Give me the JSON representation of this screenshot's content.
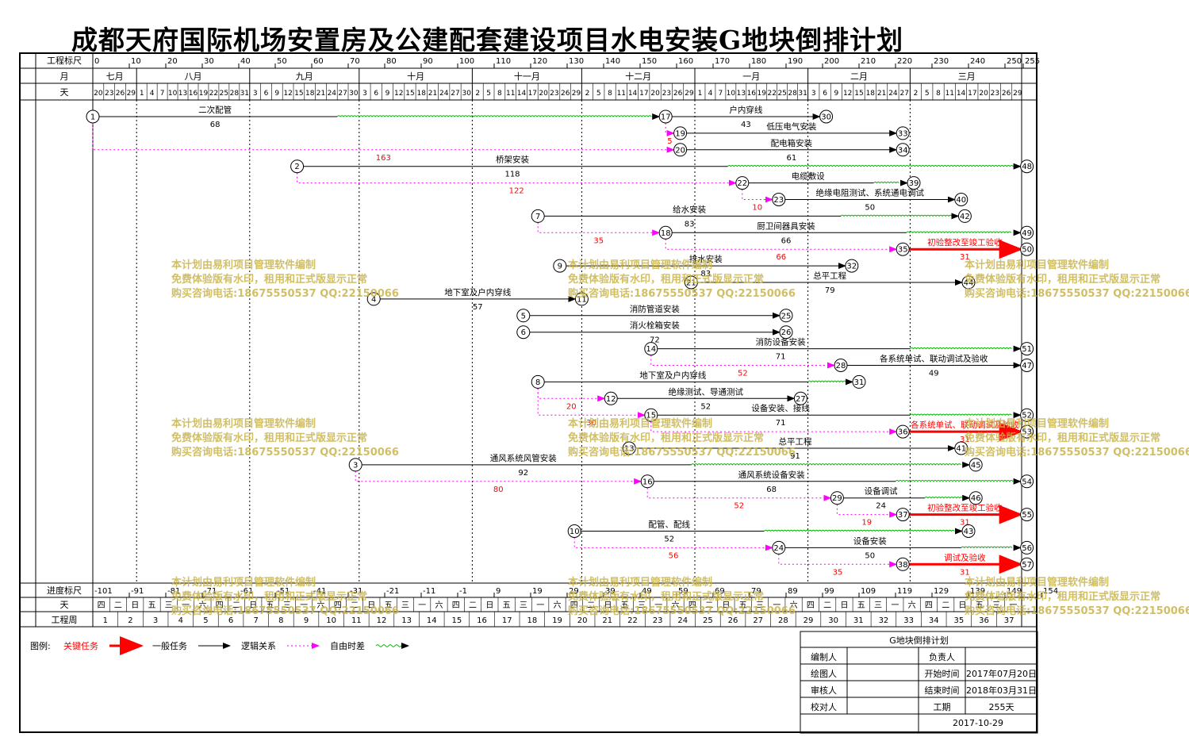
{
  "title": "成都天府国际机场安置房及公建配套建设项目水电安装G地块倒排计划",
  "header": {
    "row_labels": {
      "scale": "工程标尺",
      "month": "月",
      "day": "天"
    },
    "scale_ticks": [
      "0",
      "10",
      "20",
      "30",
      "40",
      "50",
      "60",
      "70",
      "80",
      "90",
      "100",
      "110",
      "120",
      "130",
      "140",
      "150",
      "160",
      "170",
      "180",
      "190",
      "200",
      "210",
      "220",
      "230",
      "240",
      "250",
      "255"
    ],
    "months": [
      "七月",
      "八月",
      "九月",
      "十月",
      "十一月",
      "十二月",
      "一月",
      "二月",
      "三月"
    ],
    "days": [
      [
        "20",
        "23",
        "26",
        "29"
      ],
      [
        "1",
        "4",
        "7",
        "10",
        "13",
        "16",
        "19",
        "22",
        "25",
        "28",
        "31"
      ],
      [
        "3",
        "6",
        "9",
        "12",
        "15",
        "18",
        "21",
        "24",
        "27",
        "30"
      ],
      [
        "3",
        "6",
        "9",
        "12",
        "15",
        "18",
        "21",
        "24",
        "27",
        "30"
      ],
      [
        "2",
        "5",
        "8",
        "11",
        "14",
        "17",
        "20",
        "23",
        "26",
        "29"
      ],
      [
        "2",
        "5",
        "8",
        "11",
        "14",
        "17",
        "20",
        "23",
        "26",
        "29"
      ],
      [
        "1",
        "4",
        "7",
        "10",
        "13",
        "16",
        "19",
        "22",
        "25",
        "28",
        "31"
      ],
      [
        "3",
        "6",
        "9",
        "12",
        "15",
        "18",
        "21",
        "24",
        "27"
      ],
      [
        "2",
        "5",
        "8",
        "11",
        "14",
        "17",
        "20",
        "23",
        "26",
        "29"
      ]
    ]
  },
  "footer": {
    "row_labels": {
      "progress": "进度标尺",
      "weekday": "天",
      "week": "工程周"
    },
    "progress_ticks": [
      "-101",
      "-91",
      "-81",
      "-71",
      "-61",
      "-51",
      "-41",
      "-31",
      "-21",
      "-11",
      "-1",
      "9",
      "19",
      "29",
      "39",
      "49",
      "59",
      "69",
      "79",
      "89",
      "99",
      "109",
      "119",
      "129",
      "139",
      "149",
      "154"
    ],
    "weekdays": [
      "四",
      "二",
      "日",
      "五",
      "三",
      "一",
      "六",
      "四",
      "二",
      "日",
      "五",
      "三",
      "一",
      "六",
      "四",
      "二",
      "日",
      "五",
      "三",
      "一",
      "六",
      "四",
      "二",
      "日",
      "五",
      "三",
      "一",
      "六",
      "四",
      "二",
      "日",
      "五",
      "三",
      "一",
      "六",
      "四",
      "二",
      "日",
      "五",
      "三",
      "一",
      "六",
      "四",
      "二",
      "日",
      "五",
      "三",
      "一",
      "六",
      "四",
      "二",
      "日",
      "五",
      "三",
      "一"
    ],
    "weeks": [
      "1",
      "2",
      "3",
      "4",
      "5",
      "6",
      "7",
      "8",
      "9",
      "10",
      "11",
      "12",
      "13",
      "14",
      "15",
      "16",
      "17",
      "18",
      "19",
      "20",
      "21",
      "22",
      "23",
      "24",
      "25",
      "26",
      "27",
      "28",
      "29",
      "30",
      "31",
      "32",
      "33",
      "34",
      "35",
      "36",
      "37"
    ]
  },
  "colors": {
    "critical": "#ff0000",
    "normal": "#000000",
    "logic": "#ff00ff",
    "float": "#00b000",
    "watermark": "#c8b44c"
  },
  "legend": {
    "label": "图例:",
    "critical": "关键任务",
    "normal": "一般任务",
    "logic": "逻辑关系",
    "float": "自由时差"
  },
  "info_box": {
    "title": "G地块倒排计划",
    "compiler_label": "编制人",
    "owner_label": "负责人",
    "drawer_label": "绘图人",
    "start_label": "开始时间",
    "start_value": "2017年07月20日",
    "reviewer_label": "审核人",
    "end_label": "结束时间",
    "end_value": "2018年03月31日",
    "checker_label": "校对人",
    "duration_label": "工期",
    "duration_value": "255天",
    "date": "2017-10-29"
  },
  "watermark": [
    "本计划由易利项目管理软件编制",
    "免费体验版有水印，租用和正式版显示正常",
    "购买咨询电话:18675550537 QQ:22150066"
  ],
  "network": {
    "nodes": [
      {
        "id": "1",
        "day": 0,
        "row": 0
      },
      {
        "id": "17",
        "day": 157,
        "row": 0
      },
      {
        "id": "30",
        "day": 201,
        "row": 0
      },
      {
        "id": "19",
        "day": 161,
        "row": 1
      },
      {
        "id": "33",
        "day": 222,
        "row": 1
      },
      {
        "id": "20",
        "day": 161,
        "row": 2
      },
      {
        "id": "34",
        "day": 222,
        "row": 2
      },
      {
        "id": "2",
        "day": 56,
        "row": 3
      },
      {
        "id": "48",
        "day": 256,
        "row": 3
      },
      {
        "id": "22",
        "day": 178,
        "row": 4
      },
      {
        "id": "39",
        "day": 225,
        "row": 4
      },
      {
        "id": "23",
        "day": 188,
        "row": 5
      },
      {
        "id": "40",
        "day": 238,
        "row": 5
      },
      {
        "id": "7",
        "day": 122,
        "row": 6
      },
      {
        "id": "42",
        "day": 239,
        "row": 6
      },
      {
        "id": "18",
        "day": 157,
        "row": 7
      },
      {
        "id": "49",
        "day": 256,
        "row": 7
      },
      {
        "id": "35",
        "day": 222,
        "row": 8
      },
      {
        "id": "50",
        "day": 256,
        "row": 8
      },
      {
        "id": "9",
        "day": 128,
        "row": 9
      },
      {
        "id": "32",
        "day": 208,
        "row": 9
      },
      {
        "id": "21",
        "day": 164,
        "row": 10
      },
      {
        "id": "44",
        "day": 240,
        "row": 10
      },
      {
        "id": "4",
        "day": 77,
        "row": 11
      },
      {
        "id": "11",
        "day": 134,
        "row": 11
      },
      {
        "id": "5",
        "day": 118,
        "row": 12
      },
      {
        "id": "25",
        "day": 190,
        "row": 12
      },
      {
        "id": "6",
        "day": 118,
        "row": 13
      },
      {
        "id": "26",
        "day": 190,
        "row": 13
      },
      {
        "id": "14",
        "day": 153,
        "row": 14
      },
      {
        "id": "51",
        "day": 256,
        "row": 14
      },
      {
        "id": "28",
        "day": 205,
        "row": 15
      },
      {
        "id": "47",
        "day": 256,
        "row": 15
      },
      {
        "id": "8",
        "day": 122,
        "row": 16
      },
      {
        "id": "31",
        "day": 210,
        "row": 16
      },
      {
        "id": "12",
        "day": 142,
        "row": 17
      },
      {
        "id": "27",
        "day": 194,
        "row": 17
      },
      {
        "id": "15",
        "day": 153,
        "row": 18
      },
      {
        "id": "52",
        "day": 256,
        "row": 18
      },
      {
        "id": "36",
        "day": 222,
        "row": 19
      },
      {
        "id": "53",
        "day": 256,
        "row": 19
      },
      {
        "id": "13",
        "day": 147,
        "row": 20
      },
      {
        "id": "41",
        "day": 238,
        "row": 20
      },
      {
        "id": "3",
        "day": 72,
        "row": 21
      },
      {
        "id": "45",
        "day": 242,
        "row": 21
      },
      {
        "id": "16",
        "day": 152,
        "row": 22
      },
      {
        "id": "54",
        "day": 256,
        "row": 22
      },
      {
        "id": "29",
        "day": 204,
        "row": 23
      },
      {
        "id": "46",
        "day": 242,
        "row": 23
      },
      {
        "id": "37",
        "day": 222,
        "row": 24
      },
      {
        "id": "55",
        "day": 256,
        "row": 24
      },
      {
        "id": "10",
        "day": 132,
        "row": 25
      },
      {
        "id": "43",
        "day": 240,
        "row": 25
      },
      {
        "id": "24",
        "day": 188,
        "row": 26
      },
      {
        "id": "56",
        "day": 256,
        "row": 26
      },
      {
        "id": "38",
        "day": 222,
        "row": 27
      },
      {
        "id": "57",
        "day": 256,
        "row": 27
      }
    ],
    "tasks": [
      {
        "name": "二次配管",
        "duration": "68",
        "row": 0,
        "from": 0,
        "to": 157,
        "solid_to": 67,
        "type": "normal"
      },
      {
        "name": "户内穿线",
        "duration": "43",
        "row": 0,
        "from": 157,
        "to": 201,
        "type": "normal"
      },
      {
        "name": "低压电气安装",
        "duration": "",
        "row": 1,
        "from": 161,
        "to": 222,
        "type": "normal"
      },
      {
        "name": "配电箱安装",
        "duration": "61",
        "row": 2,
        "from": 161,
        "to": 222,
        "type": "normal"
      },
      {
        "name": "桥架安装",
        "duration": "118",
        "row": 3,
        "from": 56,
        "to": 256,
        "solid_to": 174,
        "type": "normal"
      },
      {
        "name": "电缆敷设",
        "duration": "",
        "row": 4,
        "from": 178,
        "to": 225,
        "solid_to": 214,
        "type": "normal"
      },
      {
        "name": "绝缘电阻测试、系统通电调试",
        "duration": "50",
        "row": 5,
        "from": 188,
        "to": 238,
        "type": "normal"
      },
      {
        "name": "给水安装",
        "duration": "83",
        "row": 6,
        "from": 122,
        "to": 239,
        "solid_to": 205,
        "type": "normal"
      },
      {
        "name": "厨卫间器具安装",
        "duration": "66",
        "row": 7,
        "from": 157,
        "to": 256,
        "solid_to": 223,
        "type": "normal"
      },
      {
        "name": "初验整改至竣工验收",
        "duration": "31",
        "row": 8,
        "from": 222,
        "to": 256,
        "type": "critical"
      },
      {
        "name": "排水安装",
        "duration": "83",
        "row": 9,
        "from": 128,
        "to": 208,
        "type": "normal"
      },
      {
        "name": "总平工程",
        "duration": "79",
        "row": 10,
        "from": 164,
        "to": 240,
        "type": "normal"
      },
      {
        "name": "地下室及户内穿线",
        "duration": "57",
        "row": 11,
        "from": 77,
        "to": 134,
        "type": "normal"
      },
      {
        "name": "消防管道安装",
        "duration": "",
        "row": 12,
        "from": 118,
        "to": 190,
        "type": "normal"
      },
      {
        "name": "消火栓箱安装",
        "duration": "72",
        "row": 13,
        "from": 118,
        "to": 190,
        "type": "normal"
      },
      {
        "name": "消防设备安装",
        "duration": "71",
        "row": 14,
        "from": 153,
        "to": 256,
        "solid_to": 224,
        "type": "normal"
      },
      {
        "name": "各系统单试、联动调试及验收",
        "duration": "49",
        "row": 15,
        "from": 205,
        "to": 256,
        "type": "normal"
      },
      {
        "name": "地下室及户内穿线",
        "duration": "",
        "row": 16,
        "from": 122,
        "to": 210,
        "solid_to": 196,
        "type": "normal"
      },
      {
        "name": "绝缘测试、导通测试",
        "duration": "52",
        "row": 17,
        "from": 142,
        "to": 194,
        "type": "normal"
      },
      {
        "name": "设备安装、接线",
        "duration": "71",
        "row": 18,
        "from": 153,
        "to": 256,
        "solid_to": 224,
        "type": "normal"
      },
      {
        "name": "各系统单试、联动调试及验收",
        "duration": "31",
        "row": 19,
        "from": 222,
        "to": 256,
        "type": "critical"
      },
      {
        "name": "总平工程",
        "duration": "91",
        "row": 20,
        "from": 147,
        "to": 238,
        "type": "normal"
      },
      {
        "name": "通风系统风管安装",
        "duration": "92",
        "row": 21,
        "from": 72,
        "to": 242,
        "solid_to": 164,
        "type": "normal"
      },
      {
        "name": "通风系统设备安装",
        "duration": "68",
        "row": 22,
        "from": 152,
        "to": 256,
        "solid_to": 220,
        "type": "normal"
      },
      {
        "name": "设备调试",
        "duration": "24",
        "row": 23,
        "from": 204,
        "to": 242,
        "solid_to": 228,
        "type": "normal"
      },
      {
        "name": "初验整改至竣工验收",
        "duration": "31",
        "row": 24,
        "from": 222,
        "to": 256,
        "type": "critical"
      },
      {
        "name": "配管、配线",
        "duration": "52",
        "row": 25,
        "from": 132,
        "to": 240,
        "solid_to": 184,
        "type": "normal"
      },
      {
        "name": "设备安装",
        "duration": "50",
        "row": 26,
        "from": 188,
        "to": 256,
        "solid_to": 238,
        "type": "normal"
      },
      {
        "name": "调试及验收",
        "duration": "31",
        "row": 27,
        "from": 222,
        "to": 256,
        "type": "critical"
      }
    ],
    "logic_links": [
      {
        "from_day": 0,
        "from_row": 0,
        "to_day": 161,
        "to_row": 2,
        "label": "163"
      },
      {
        "from_day": 157,
        "from_row": 0,
        "to_day": 161,
        "to_row": 1,
        "label": "5"
      },
      {
        "from_day": 56,
        "from_row": 3,
        "to_day": 178,
        "to_row": 4,
        "label": "122"
      },
      {
        "from_day": 178,
        "from_row": 4,
        "to_day": 188,
        "to_row": 5,
        "label": "10"
      },
      {
        "from_day": 122,
        "from_row": 6,
        "to_day": 157,
        "to_row": 7,
        "label": "35"
      },
      {
        "from_day": 157,
        "from_row": 7,
        "to_day": 222,
        "to_row": 8,
        "label": "66"
      },
      {
        "from_day": 153,
        "from_row": 14,
        "to_day": 205,
        "to_row": 15,
        "label": "52"
      },
      {
        "from_day": 122,
        "from_row": 16,
        "to_day": 142,
        "to_row": 17,
        "label": "20"
      },
      {
        "from_day": 122,
        "from_row": 16,
        "to_day": 153,
        "to_row": 18,
        "label": "30"
      },
      {
        "from_day": 153,
        "from_row": 18,
        "to_day": 222,
        "to_row": 19,
        "label": ""
      },
      {
        "from_day": 72,
        "from_row": 21,
        "to_day": 152,
        "to_row": 22,
        "label": "80"
      },
      {
        "from_day": 152,
        "from_row": 22,
        "to_day": 204,
        "to_row": 23,
        "label": "52"
      },
      {
        "from_day": 204,
        "from_row": 23,
        "to_day": 222,
        "to_row": 24,
        "label": "19"
      },
      {
        "from_day": 132,
        "from_row": 25,
        "to_day": 188,
        "to_row": 26,
        "label": "56"
      },
      {
        "from_day": 188,
        "from_row": 26,
        "to_day": 222,
        "to_row": 27,
        "label": "35"
      }
    ]
  }
}
